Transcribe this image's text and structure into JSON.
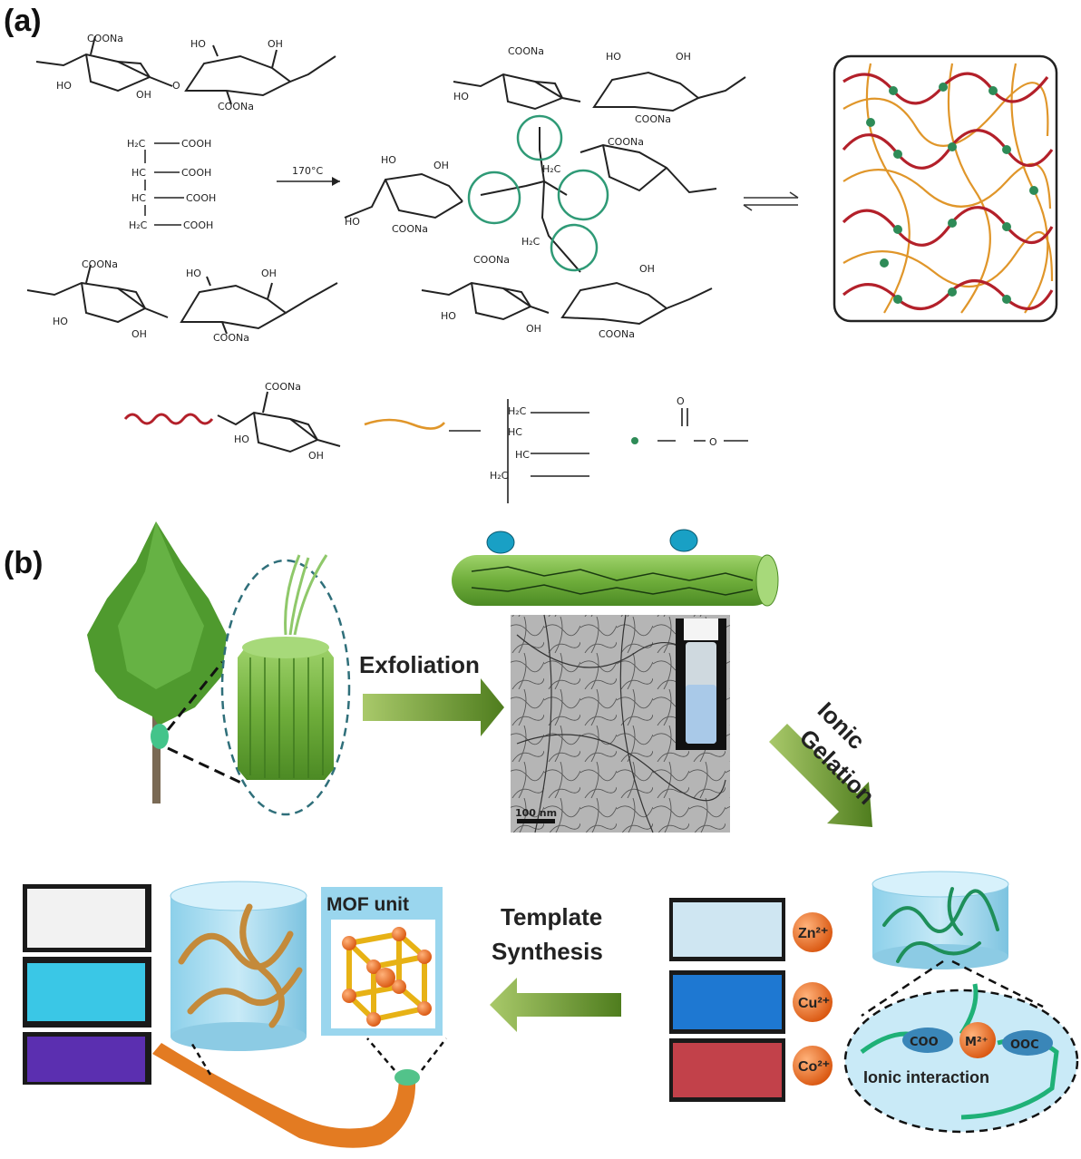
{
  "panels": {
    "a": "(a)",
    "b": "(b)"
  },
  "panel_a": {
    "temperature": "170°C",
    "groups": {
      "coona": "COONa",
      "ho": "HO",
      "oh": "OH",
      "o": "O",
      "ch2": "H₂C",
      "hc": "HC",
      "h2c": "H₂C",
      "cooh": "COOH"
    }
  },
  "panel_b": {
    "exfoliation": "Exfoliation",
    "ionic_gelation_line1": "Ionic",
    "ionic_gelation_line2": "Gelation",
    "scale_bar": "100 nm",
    "template_line1": "Template",
    "template_line2": "Synthesis",
    "mof_unit": "MOF unit",
    "ions": [
      "Zn²⁺",
      "Cu²⁺",
      "Co²⁺"
    ],
    "ionic_interaction": "Ionic interaction",
    "left_group": "COO",
    "metal": "M²⁺",
    "right_group": "OOC"
  },
  "colors": {
    "crosslink_red": "#b3202a",
    "crosslink_orange": "#e0962a",
    "node_green": "#2e8b57",
    "arrow_green": "#6a9a2c",
    "gel_blue": "#9fd8ee",
    "ion_orange": "#e2661c"
  }
}
